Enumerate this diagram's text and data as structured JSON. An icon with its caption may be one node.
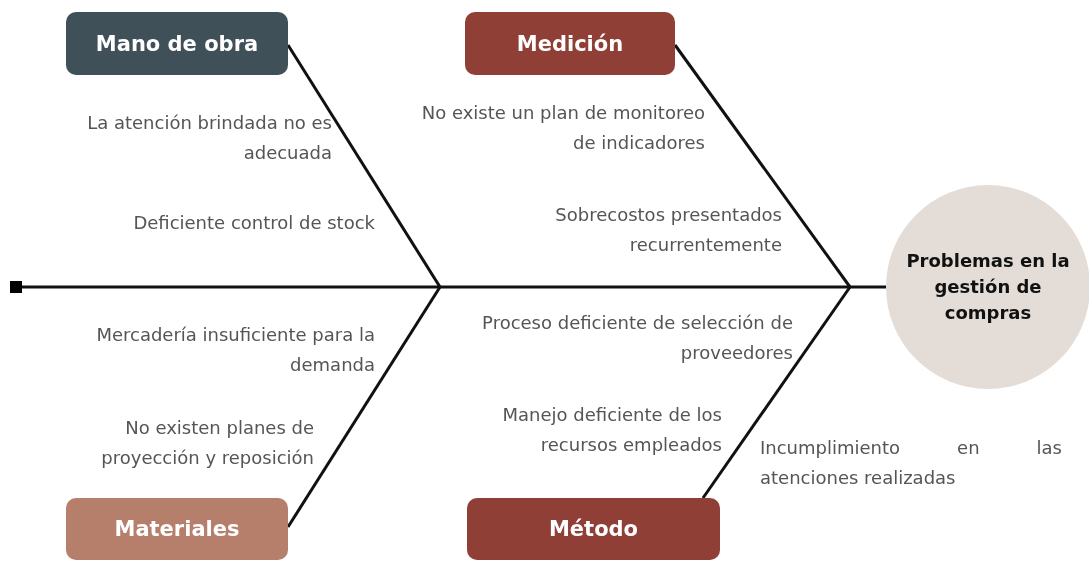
{
  "diagram": {
    "nodes": [
      {
        "text": [
          "Mano de obra"
        ]
      },
      {
        "text": [
          "Medición"
        ]
      },
      {
        "text": [
          "Materiales"
        ]
      },
      {
        "text": [
          "Método"
        ]
      },
      {
        "text": [
          "Problemas en la gestión de compras"
        ]
      }
    ],
    "edges": [
      {
        "from": null,
        "to": 4,
        "arrow": "other"
      },
      {
        "from": 0,
        "to": null,
        "arrow": "none"
      },
      {
        "from": 2,
        "to": null,
        "arrow": "none"
      },
      {
        "from": 1,
        "to": null,
        "arrow": "none"
      },
      {
        "from": 3,
        "to": null,
        "arrow": "none"
      }
    ],
    "labels": [
      "La atención brindada no es adecuada",
      "No existe un plan de monitoreo de indicadores",
      "Deficiente control de stock",
      "Sobrecostos presentados recurrentemente",
      "Mercadería insuficiente para la demanda",
      "Proceso deficiente de selección de proveedores",
      "No existen planes de proyección y reposición",
      "Manejo deficiente de los recursos empleados",
      "Incumplimiento en las atenciones realizadas"
    ]
  }
}
